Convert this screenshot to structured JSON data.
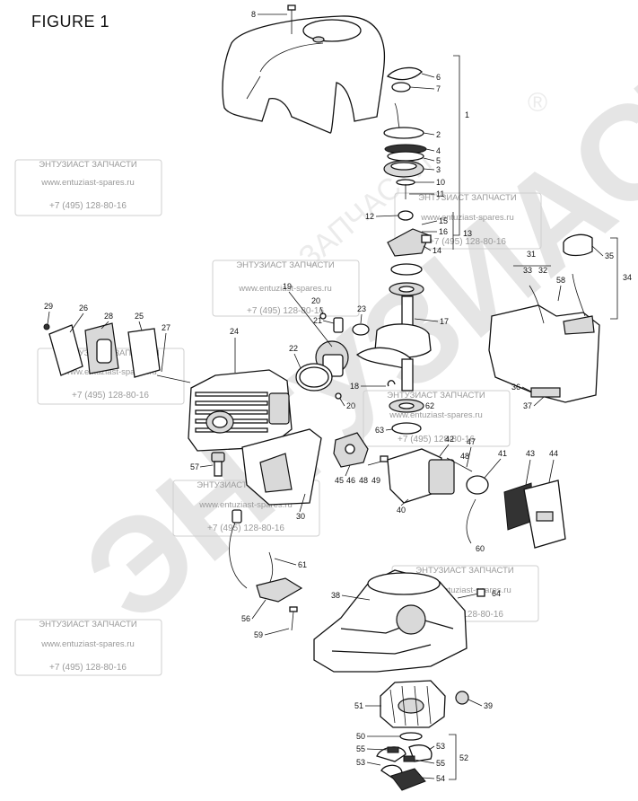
{
  "title": "FIGURE 1",
  "watermarks": {
    "label_title": "ЭНТУЗИАСТ ЗАПЧАСТИ",
    "label_url": "www.entuziast-spares.ru",
    "label_phone": "+7 (495) 128-80-16",
    "diagonal_big": "ЭНТУЗИАСТ!",
    "diagonal_small": "ЗАПЧАСТИ",
    "registered": "®"
  },
  "callouts": {
    "c1": "1",
    "c2": "2",
    "c3": "3",
    "c4": "4",
    "c5": "5",
    "c6": "6",
    "c7": "7",
    "c8": "8",
    "c10": "10",
    "c11": "11",
    "c12": "12",
    "c13": "13",
    "c14": "14",
    "c15": "15",
    "c16": "16",
    "c17": "17",
    "c18": "18",
    "c19": "19",
    "c20a": "20",
    "c20b": "20",
    "c21": "21",
    "c22": "22",
    "c23": "23",
    "c24": "24",
    "c25": "25",
    "c26": "26",
    "c27": "27",
    "c28": "28",
    "c29": "29",
    "c30": "30",
    "c31": "31",
    "c32": "32",
    "c33": "33",
    "c34": "34",
    "c35": "35",
    "c36": "36",
    "c37": "37",
    "c38": "38",
    "c39": "39",
    "c40": "40",
    "c41": "41",
    "c42": "42",
    "c43": "43",
    "c44": "44",
    "c45": "45",
    "c46": "46",
    "c47": "47",
    "c48a": "48",
    "c48b": "48",
    "c49": "49",
    "c50": "50",
    "c51": "51",
    "c52": "52",
    "c53a": "53",
    "c53b": "53",
    "c54": "54",
    "c55a": "55",
    "c55b": "55",
    "c56": "56",
    "c57": "57",
    "c58": "58",
    "c59": "59",
    "c60": "60",
    "c61": "61",
    "c62": "62",
    "c63": "63",
    "c64": "64"
  }
}
